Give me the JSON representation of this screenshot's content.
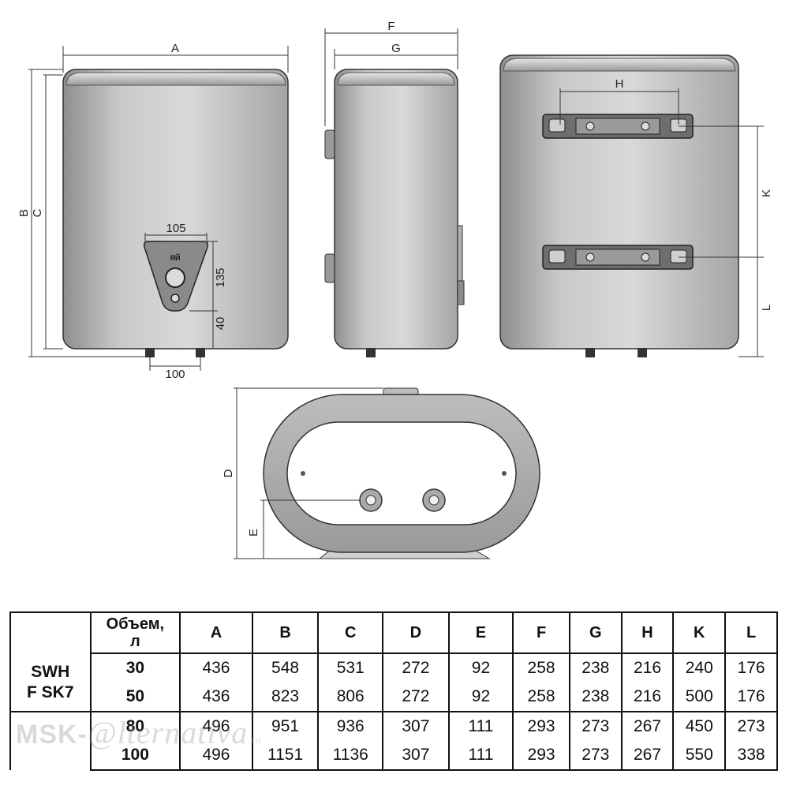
{
  "drawing": {
    "front": {
      "dim_a": "A",
      "dim_b": "B",
      "dim_c": "C",
      "dim_105": "105",
      "dim_135": "135",
      "dim_40": "40",
      "dim_100": "100"
    },
    "side": {
      "dim_f": "F",
      "dim_g": "G"
    },
    "back": {
      "dim_h": "H",
      "dim_k": "K",
      "dim_l": "L"
    },
    "bottom": {
      "dim_d": "D",
      "dim_e": "E"
    },
    "panel_label": "ЯЙ"
  },
  "table": {
    "model_label_line1": "SWH",
    "model_label_line2": "F SK7",
    "volume_header_line1": "Объем,",
    "volume_header_line2": "л",
    "columns": [
      "A",
      "B",
      "C",
      "D",
      "E",
      "F",
      "G",
      "H",
      "K",
      "L"
    ],
    "rows": [
      {
        "volume": "30",
        "values": [
          "436",
          "548",
          "531",
          "272",
          "92",
          "258",
          "238",
          "216",
          "240",
          "176"
        ]
      },
      {
        "volume": "50",
        "values": [
          "436",
          "823",
          "806",
          "272",
          "92",
          "258",
          "238",
          "216",
          "500",
          "176"
        ]
      },
      {
        "volume": "80",
        "values": [
          "496",
          "951",
          "936",
          "307",
          "111",
          "293",
          "273",
          "267",
          "450",
          "273"
        ]
      },
      {
        "volume": "100",
        "values": [
          "496",
          "1151",
          "1136",
          "307",
          "111",
          "293",
          "273",
          "267",
          "550",
          "338"
        ]
      }
    ]
  },
  "watermark": {
    "part1": "MSK-",
    "part2": "@",
    "part3": "lternativa",
    "part4": ".ru"
  }
}
